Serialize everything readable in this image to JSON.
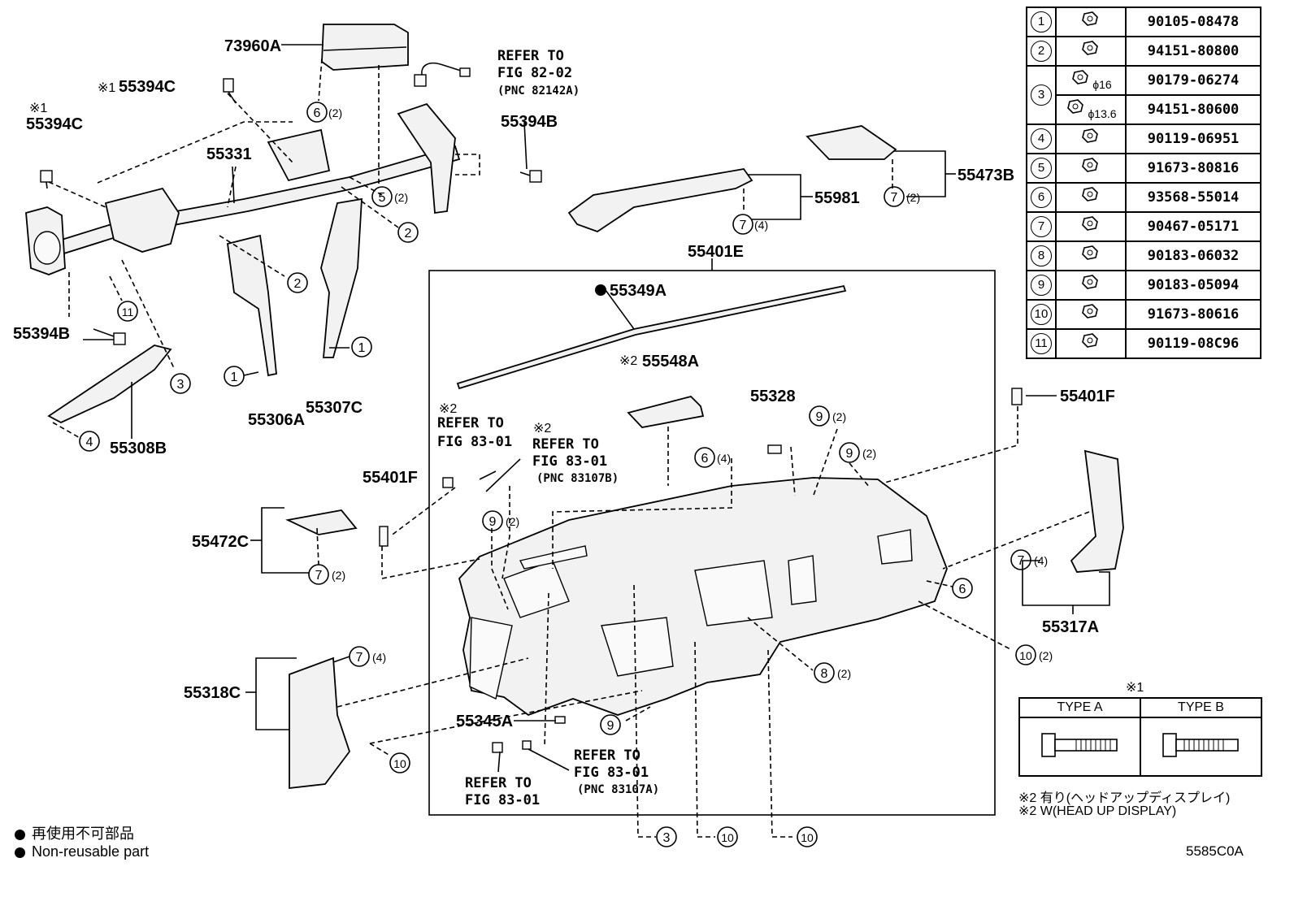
{
  "callouts": {
    "p73960A": "73960A",
    "p55394C_top": "55394C",
    "p55394C_top_mark": "※1",
    "p55394C_left_mark": "※1",
    "p55394C_left": "55394C",
    "p55331": "55331",
    "p55394B_right": "55394B",
    "p55394B_left": "55394B",
    "p55306A": "55306A",
    "p55307C": "55307C",
    "p55308B": "55308B",
    "p55981": "55981",
    "p55473B": "55473B",
    "p55401E": "55401E",
    "p55349A": "55349A",
    "p55548A": "55548A",
    "p55548A_mark": "※2",
    "p55328": "55328",
    "p55401F_right": "55401F",
    "p55401F_left": "55401F",
    "p55472C": "55472C",
    "p55317A": "55317A",
    "p55318C": "55318C",
    "p55345A": "55345A",
    "image_code": "5585C0A"
  },
  "refs": {
    "r1_l1": "REFER TO",
    "r1_l2": "FIG 82-02",
    "r1_l3": "(PNC 82142A)",
    "r2_mark": "※2",
    "r2_l1": "REFER TO",
    "r2_l2": "FIG 83-01",
    "r3_mark": "※2",
    "r3_l1": "REFER TO",
    "r3_l2": "FIG 83-01",
    "r3_l3": "(PNC 83107B)",
    "r4_l1": "REFER TO",
    "r4_l2": "FIG 83-01",
    "r4_l3": "(PNC 83107A)",
    "r5_l1": "REFER TO",
    "r5_l2": "FIG 83-01"
  },
  "circle_numbers": {
    "n1": "1",
    "n2": "2",
    "n3": "3",
    "n4": "4",
    "n5": "5",
    "n6": "6",
    "n7": "7",
    "n8": "8",
    "n9": "9",
    "n10": "10",
    "n11": "11"
  },
  "quantities": {
    "q2": "(2)",
    "q4": "(4)"
  },
  "fasteners": [
    {
      "no": "1",
      "sub": "",
      "part": "90105-08478",
      "icon": "flange-bolt-icon"
    },
    {
      "no": "2",
      "sub": "",
      "part": "94151-80800",
      "icon": "flange-nut-icon"
    },
    {
      "no": "3",
      "sub": "ϕ16",
      "part": "90179-06274",
      "icon": "nut-16-icon"
    },
    {
      "no": "",
      "sub": "ϕ13.6",
      "part": "94151-80600",
      "icon": "nut-13-icon"
    },
    {
      "no": "4",
      "sub": "",
      "part": "90119-06951",
      "icon": "bolt-icon"
    },
    {
      "no": "5",
      "sub": "",
      "part": "91673-80816",
      "icon": "bolt-icon"
    },
    {
      "no": "6",
      "sub": "",
      "part": "93568-55014",
      "icon": "screw-icon"
    },
    {
      "no": "7",
      "sub": "",
      "part": "90467-05171",
      "icon": "clip-icon"
    },
    {
      "no": "8",
      "sub": "",
      "part": "90183-06032",
      "icon": "clip-nut-icon"
    },
    {
      "no": "9",
      "sub": "",
      "part": "90183-05094",
      "icon": "clip-nut-icon"
    },
    {
      "no": "10",
      "sub": "",
      "part": "91673-80616",
      "icon": "bolt-icon"
    },
    {
      "no": "11",
      "sub": "",
      "part": "90119-08C96",
      "icon": "bolt-icon"
    }
  ],
  "types": {
    "mark": "※1",
    "type_a": "TYPE A",
    "type_b": "TYPE B"
  },
  "notes": {
    "hud_jp": "※2 有り(ヘッドアップディスプレイ)",
    "hud_en": "※2 W(HEAD UP DISPLAY)",
    "legend_jp": "再使用不可部品",
    "legend_en": "Non-reusable part"
  }
}
